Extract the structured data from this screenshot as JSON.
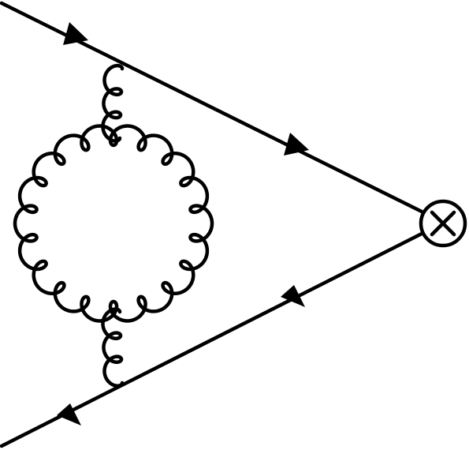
{
  "diagram": {
    "type": "feynman-diagram",
    "description_elements": [
      "incoming-fermion-line",
      "outgoing-fermion-line",
      "gluon-loop",
      "gluon-propagator-top",
      "gluon-propagator-bottom",
      "operator-vertex"
    ],
    "colors": {
      "stroke": "#000000",
      "background": "#ffffff"
    },
    "operator_symbol": "otimes"
  }
}
